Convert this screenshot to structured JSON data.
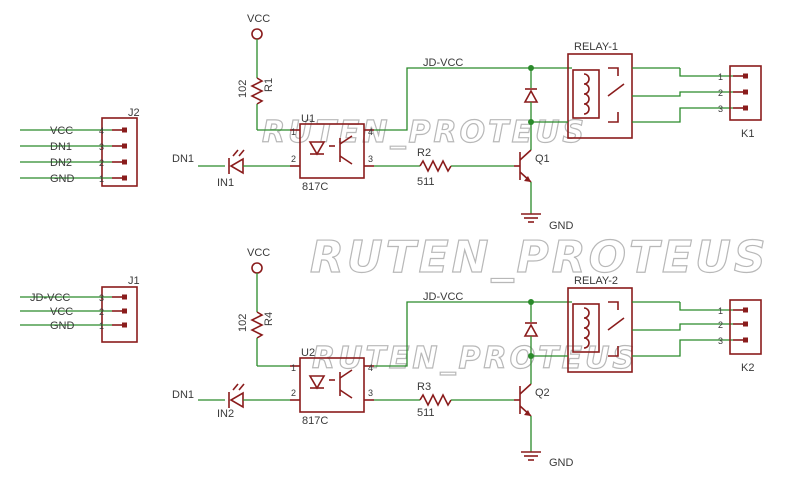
{
  "watermark": {
    "main": "RUTEN_PROTEUS",
    "small_1": "RUTEN_PROTEUS",
    "small_2": "RUTEN_PROTEUS"
  },
  "j2": {
    "ref": "J2",
    "pins": [
      {
        "net": "VCC",
        "num": "4"
      },
      {
        "net": "DN1",
        "num": "3"
      },
      {
        "net": "DN2",
        "num": "2"
      },
      {
        "net": "GND",
        "num": "1"
      }
    ]
  },
  "j1": {
    "ref": "J1",
    "pins": [
      {
        "net": "JD-VCC",
        "num": "3"
      },
      {
        "net": "VCC",
        "num": "2"
      },
      {
        "net": "GND",
        "num": "1"
      }
    ]
  },
  "ch1": {
    "vcc": "VCC",
    "r_top": "R1",
    "r_top_val": "102",
    "opto": "U1",
    "opto_part": "817C",
    "opto_pins": [
      "1",
      "2",
      "3",
      "4"
    ],
    "in_net": "DN1",
    "led": "IN1",
    "r_base": "R2",
    "r_base_val": "511",
    "q": "Q1",
    "gnd": "GND",
    "jdvcc": "JD-VCC",
    "relay": "RELAY-1",
    "k": "K1",
    "k_pins": [
      "1",
      "2",
      "3"
    ]
  },
  "ch2": {
    "vcc": "VCC",
    "r_top": "R4",
    "r_top_val": "102",
    "opto": "U2",
    "opto_part": "817C",
    "opto_pins": [
      "1",
      "2",
      "3",
      "4"
    ],
    "in_net": "DN1",
    "led": "IN2",
    "r_base": "R3",
    "r_base_val": "511",
    "q": "Q2",
    "gnd": "GND",
    "jdvcc": "JD-VCC",
    "relay": "RELAY-2",
    "k": "K2",
    "k_pins": [
      "1",
      "2",
      "3"
    ]
  }
}
